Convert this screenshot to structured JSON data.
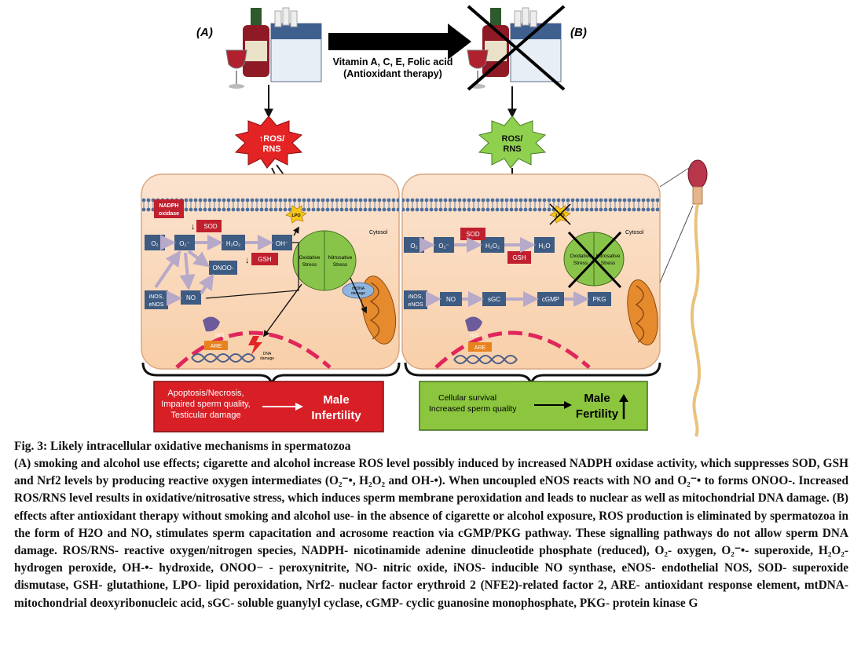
{
  "figure": {
    "panel_a_label": "(A)",
    "panel_b_label": "(B)",
    "therapy_line1": "Vitamin A, C, E, Folic acid",
    "therapy_line2": "(Antioxidant therapy)",
    "ros_a_line1": "↑ROS/",
    "ros_a_line2": "RNS",
    "ros_b_line1": "ROS/",
    "ros_b_line2": "RNS",
    "nadph_line1": "NADPH",
    "nadph_line2": "oxidase",
    "cytosol": "Cytosol",
    "lpo": "LPO",
    "o2": "O₂",
    "o2_radical": "O₂⁻",
    "h2o2": "H₂O₂",
    "oh": "OH⁻",
    "h2o": "H₂O",
    "sod": "SOD",
    "gsh": "GSH",
    "onoo": "ONOO-",
    "inos": "iNOS,",
    "enos": "eNOS",
    "no": "NO",
    "sgc": "sGC",
    "cgmp": "cGMP",
    "pkg": "PKG",
    "oxidative_stress_1": "Oxidative",
    "oxidative_stress_2": "Stress",
    "nitrosative_stress_1": "Nitrosative",
    "nitrosative_stress_2": "Stress",
    "mtdna_1": "mtDNA",
    "mtdna_2": "damage",
    "nrf2": "Nrf2",
    "are": "ARE",
    "dna_1": "DNA",
    "dna_2": "damage",
    "outcome_a_1": "Apoptosis/Necrosis,",
    "outcome_a_2": "Impaired sperm quality,",
    "outcome_a_3": "Testicular damage",
    "outcome_a_result_1": "Male",
    "outcome_a_result_2": "Infertility",
    "outcome_b_1": "Cellular survival",
    "outcome_b_2": "Increased sperm quality",
    "outcome_b_result_1": "Male",
    "outcome_b_result_2": "Fertility"
  },
  "caption": {
    "title": "Fig. 3: Likely intracellular oxidative mechanisms in spermatozoa",
    "body": "(A) smoking and alcohol use effects; cigarette and alcohol increase ROS level possibly induced by increased NADPH oxidase activity, which suppresses SOD, GSH and Nrf2 levels by producing reactive oxygen intermediates (O₂⁻•, H₂O₂ and OH-•). When uncoupled eNOS reacts with NO and O₂⁻• to forms ONOO-. Increased ROS/RNS level results in oxidative/nitrosative stress, which induces sperm membrane peroxidation and leads to nuclear as well as mitochondrial DNA damage. (B) effects after antioxidant therapy without smoking and alcohol use- in the absence of cigarette or alcohol exposure, ROS production is eliminated by spermatozoa in the form of H2O and NO, stimulates sperm capacitation and acrosome reaction via cGMP/PKG pathway. These signalling pathways do not allow sperm DNA damage. ROS/RNS- reactive oxygen/nitrogen species, NADPH- nicotinamide adenine dinucleotide phosphate (reduced), O₂- oxygen, O₂⁻•- superoxide, H₂O₂- hydrogen peroxide, OH-•- hydroxide, ONOO− - peroxynitrite, NO- nitric oxide, iNOS- inducible NO synthase, eNOS- endothelial NOS, SOD- superoxide dismutase, GSH- glutathione, LPO- lipid peroxidation, Nrf2- nuclear factor erythroid 2 (NFE2)-related factor 2, ARE- antioxidant response element, mtDNA- mitochondrial deoxyribonucleic acid, sGC- soluble guanylyl cyclase, cGMP- cyclic guanosine monophosphate, PKG- protein kinase G"
  }
}
